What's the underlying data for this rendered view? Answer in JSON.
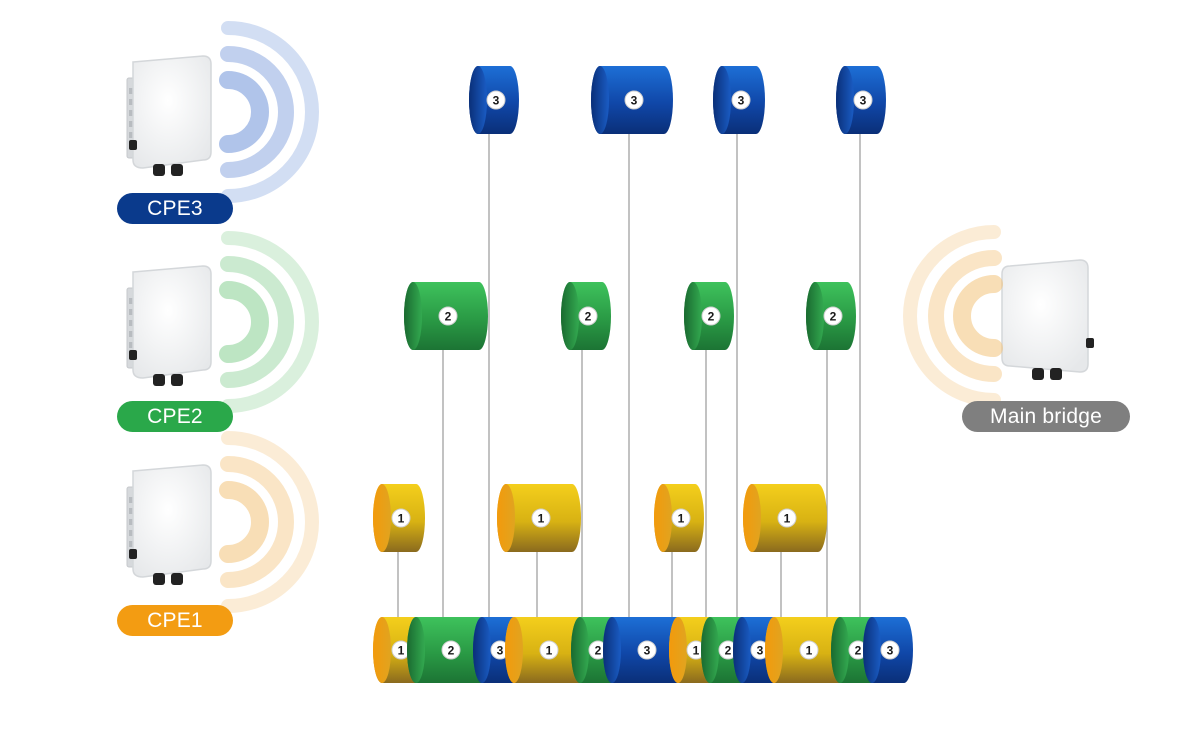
{
  "labels": {
    "cpe3": "CPE3",
    "cpe2": "CPE2",
    "cpe1": "CPE1",
    "main_bridge": "Main bridge"
  },
  "colors": {
    "cpe3": "#0a3a8c",
    "cpe2": "#2aa84a",
    "cpe1": "#f39c12",
    "main_bridge": "#7f7f7f"
  },
  "devices": [
    {
      "id": "cpe3",
      "icon": "outdoor-cpe-device-icon",
      "wave_color": "blue"
    },
    {
      "id": "cpe2",
      "icon": "outdoor-cpe-device-icon",
      "wave_color": "green"
    },
    {
      "id": "cpe1",
      "icon": "outdoor-cpe-device-icon",
      "wave_color": "orange"
    },
    {
      "id": "main_bridge",
      "icon": "main-bridge-device-icon",
      "wave_color": "orange"
    }
  ],
  "lanes": {
    "cpe3_slots": [
      "3",
      "3",
      "3",
      "3"
    ],
    "cpe2_slots": [
      "2",
      "2",
      "2",
      "2"
    ],
    "cpe1_slots": [
      "1",
      "1",
      "1",
      "1"
    ]
  },
  "merged_sequence": [
    "1",
    "2",
    "3",
    "1",
    "2",
    "3",
    "1",
    "2",
    "3",
    "1",
    "2",
    "3"
  ]
}
